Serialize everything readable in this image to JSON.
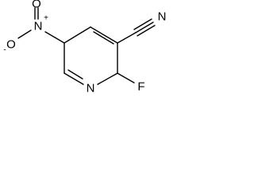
{
  "structure": {
    "atoms": {
      "ring_nitrogen": "N",
      "fluorine": "F",
      "nitrile_nitrogen": "N",
      "nitro_nitrogen": "N",
      "nitro_oxygen_double": "O",
      "nitro_oxygen_single": "O"
    },
    "charges": {
      "nitro_nitrogen": "+",
      "nitro_oxygen_single": "-"
    }
  }
}
